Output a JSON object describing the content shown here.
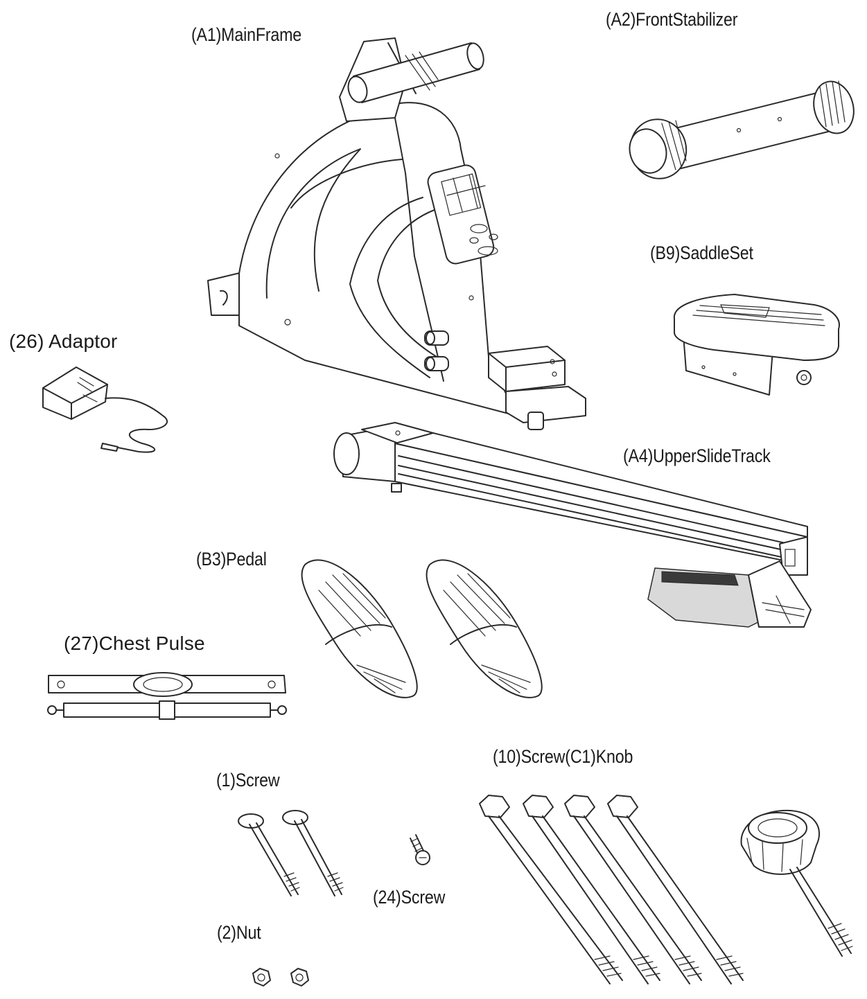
{
  "labels": {
    "main_frame": "(A1)MainFrame",
    "front_stabilizer": "(A2)FrontStabilizer",
    "saddle_set": "(B9)SaddleSet",
    "adaptor": "(26) Adaptor",
    "upper_slide_track": "(A4)UpperSlideTrack",
    "pedal": "(B3)Pedal",
    "chest_pulse": "(27)Chest Pulse",
    "screw_knob": "(10)Screw(C1)Knob",
    "screw_1": "(1)Screw",
    "screw_24": "(24)Screw",
    "nut_2": "(2)Nut"
  }
}
